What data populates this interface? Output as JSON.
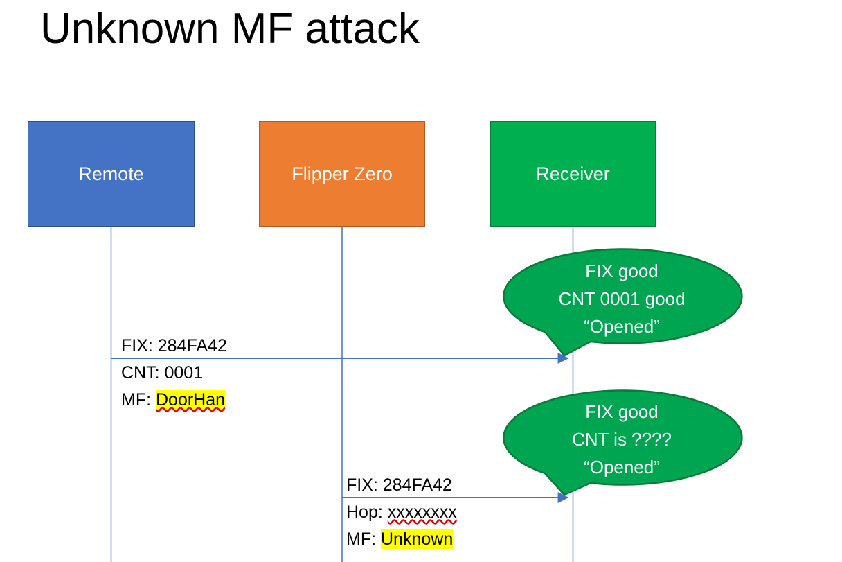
{
  "title": "Unknown MF attack",
  "actors": [
    {
      "label": "Remote"
    },
    {
      "label": "Flipper Zero"
    },
    {
      "label": "Receiver"
    }
  ],
  "messages": [
    {
      "line1": "FIX: 284FA42",
      "line2": "CNT: 0001",
      "line3_prefix": "MF: ",
      "line3_value": "DoorHan"
    },
    {
      "line1": "FIX: 284FA42",
      "line2_prefix": "Hop: ",
      "line2_value": "xxxxxxxx",
      "line3_prefix": "MF: ",
      "line3_value": "Unknown"
    }
  ],
  "callouts": [
    {
      "line1": "FIX good",
      "line2": "CNT 0001 good",
      "line3": "“Opened”"
    },
    {
      "line1": "FIX good",
      "line2": "CNT is ????",
      "line3": "“Opened”"
    }
  ],
  "colors": {
    "remote_fill": "#4472C4",
    "flipper_fill": "#ED7D31",
    "receiver_fill": "#00B050",
    "callout_fill": "#00A551",
    "callout_border": "#0A7A3B",
    "highlight": "#FFFF00",
    "spellcheck_underline": "#E00000",
    "connector": "#4472C4"
  }
}
